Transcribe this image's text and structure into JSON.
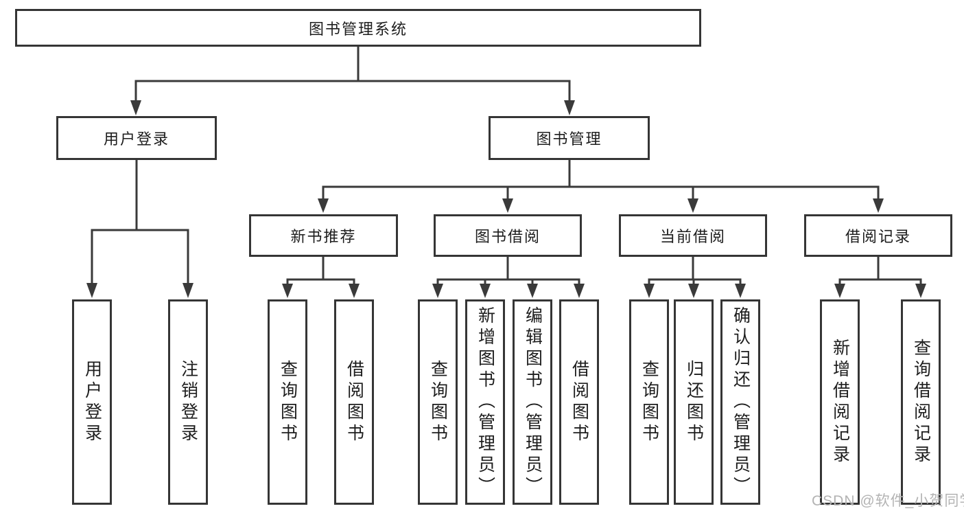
{
  "diagram": {
    "title_hint": "library management system feature tree",
    "root": {
      "label": "图书管理系统"
    },
    "level2": [
      {
        "label": "用户登录"
      },
      {
        "label": "图书管理"
      }
    ],
    "level3": [
      {
        "label": "新书推荐"
      },
      {
        "label": "图书借阅"
      },
      {
        "label": "当前借阅"
      },
      {
        "label": "借阅记录"
      }
    ],
    "leaves": {
      "login": [
        {
          "label": "用户登录"
        },
        {
          "label": "注销登录"
        }
      ],
      "recommend": [
        {
          "label": "查询图书"
        },
        {
          "label": "借阅图书"
        }
      ],
      "borrow": [
        {
          "label": "查询图书"
        },
        {
          "label": "新增图书（管理员）"
        },
        {
          "label": "编辑图书（管理员）"
        },
        {
          "label": "借阅图书"
        }
      ],
      "current": [
        {
          "label": "查询图书"
        },
        {
          "label": "归还图书"
        },
        {
          "label": "确认归还（管理员）"
        }
      ],
      "records": [
        {
          "label": "新增借阅记录"
        },
        {
          "label": "查询借阅记录"
        }
      ]
    },
    "watermark": "CSDN @软件_小贺同学",
    "colors": {
      "line": "#3a3a3a",
      "box_border": "#353535",
      "text": "#1d1d1d",
      "watermark": "#b3b3b3",
      "background": "#ffffff"
    }
  }
}
